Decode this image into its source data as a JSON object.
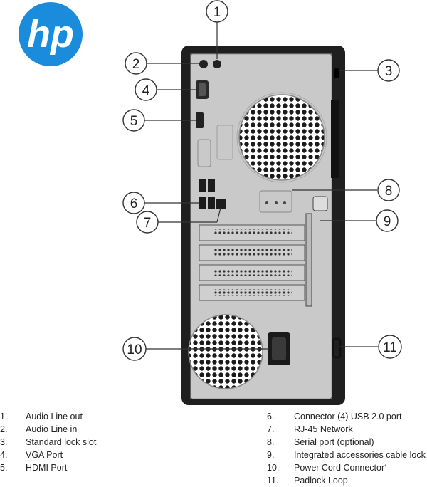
{
  "brand": {
    "logo_text": "hp",
    "logo_color": "#1a8cdb"
  },
  "diagram": {
    "callouts": [
      "1",
      "2",
      "3",
      "4",
      "5",
      "6",
      "7",
      "8",
      "9",
      "10",
      "11"
    ]
  },
  "legend": {
    "left": [
      {
        "num": "1.",
        "label": "Audio Line out"
      },
      {
        "num": "2.",
        "label": "Audio Line in"
      },
      {
        "num": "3.",
        "label": "Standard lock slot"
      },
      {
        "num": "4.",
        "label": "VGA Port"
      },
      {
        "num": "5.",
        "label": "HDMI Port"
      }
    ],
    "right": [
      {
        "num": "6.",
        "label": "Connector (4) USB 2.0 port"
      },
      {
        "num": "7.",
        "label": "RJ-45 Network"
      },
      {
        "num": "8.",
        "label": "Serial port (optional)"
      },
      {
        "num": "9.",
        "label": "Integrated accessories cable lock"
      },
      {
        "num": "10.",
        "label": "Power Cord Connector¹"
      },
      {
        "num": "11.",
        "label": "Padlock Loop"
      }
    ]
  }
}
